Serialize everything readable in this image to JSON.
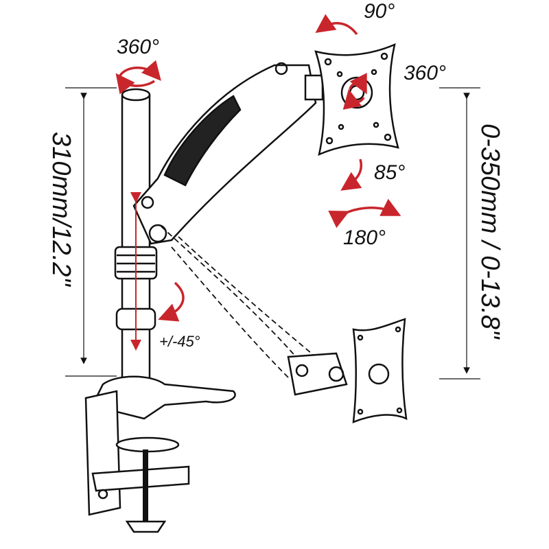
{
  "labels": {
    "pole_rotation": "360°",
    "tilt": "90°",
    "plate_rotation": "360°",
    "tilt_down": "85°",
    "swivel": "180°",
    "arm_swivel": "+/-45°",
    "pole_height": "310mm/12.2\"",
    "height_range": "0-350mm / 0-13.8\""
  },
  "colors": {
    "arrow": "#c8262c",
    "line": "#111111"
  }
}
